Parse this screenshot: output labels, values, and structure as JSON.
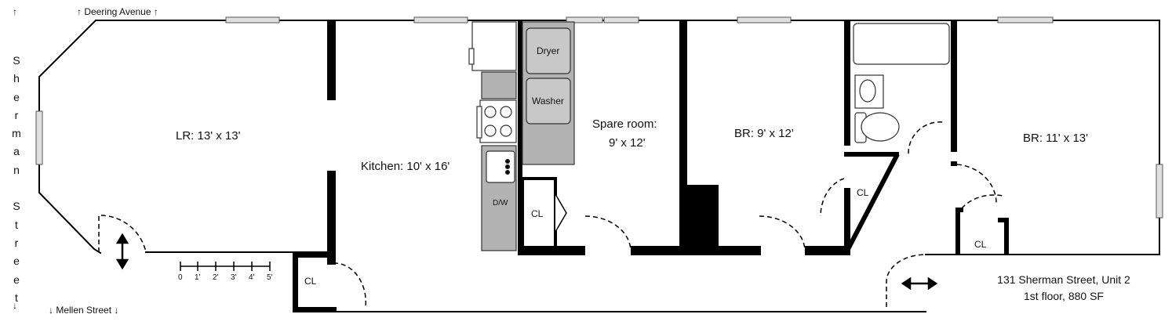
{
  "streets": {
    "top": "↑ Deering Avenue ↑",
    "bottom": "↓ Mellen Street ↓",
    "side_letters": [
      "S",
      "h",
      "e",
      "r",
      "m",
      "a",
      "n",
      "",
      "S",
      "t",
      "r",
      "e",
      "e",
      "t"
    ],
    "arrow_up": "↑",
    "arrow_down": "↓"
  },
  "rooms": {
    "living": "LR: 13' x 13'",
    "kitchen": "Kitchen: 10' x 16'",
    "spare_line1": "Spare room:",
    "spare_line2": "9' x 12'",
    "br1": "BR: 9' x 12'",
    "br2": "BR: 11' x 13'"
  },
  "fixtures": {
    "dryer": "Dryer",
    "washer": "Washer",
    "dishwasher": "D/W",
    "closet": "CL"
  },
  "scale_ticks": [
    "0",
    "1'",
    "2'",
    "3'",
    "4'",
    "5'"
  ],
  "address": {
    "line1": "131 Sherman Street, Unit 2",
    "line2": "1st floor, 880 SF"
  }
}
